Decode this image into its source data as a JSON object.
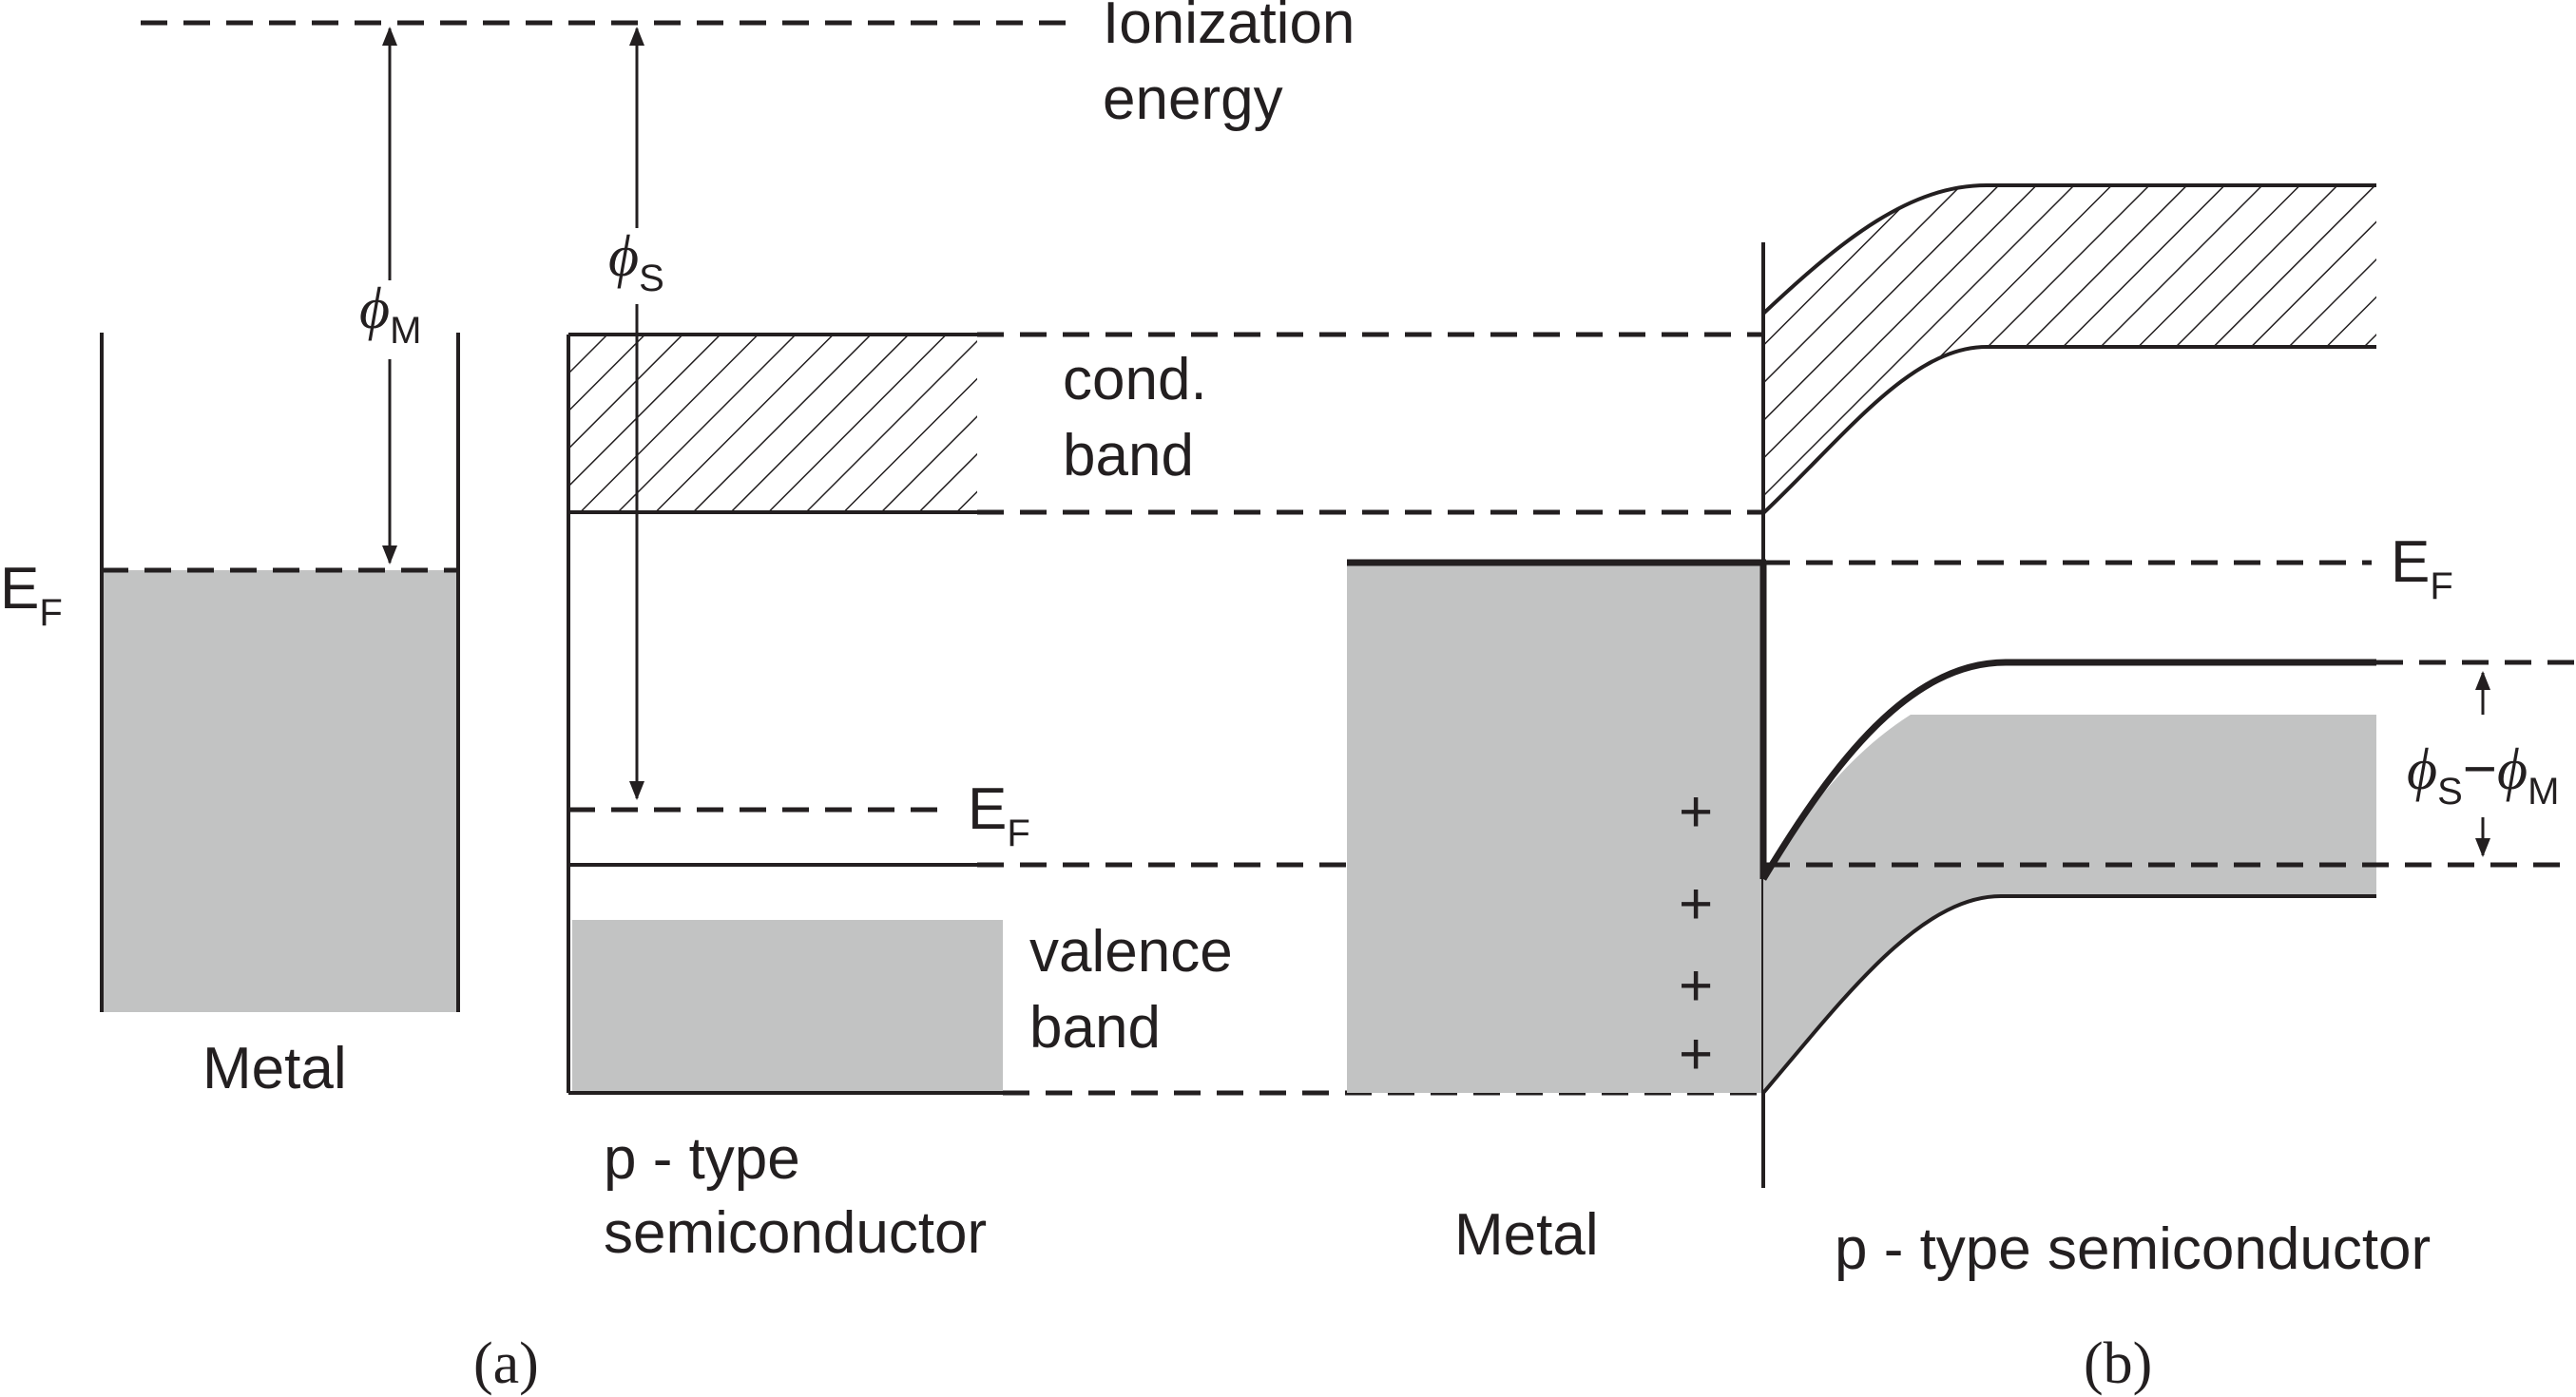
{
  "labels": {
    "ionization_line1": "Ionization",
    "ionization_line2": "energy",
    "phi": "ϕ",
    "sub_M": "M",
    "sub_S": "S",
    "E": "E",
    "sub_F": "F",
    "metal": "Metal",
    "cond_line1": "cond.",
    "cond_line2": "band",
    "valence_line1": "valence",
    "valence_line2": "band",
    "ptype_line1": "p - type",
    "ptype_line2": "semiconductor",
    "ptype_full": "p - type semiconductor",
    "plus": "+",
    "minus": "−",
    "caption_a": "(a)",
    "caption_b": "(b)"
  },
  "colors": {
    "ink": "#231f20",
    "band_fill": "#c2c3c3"
  }
}
